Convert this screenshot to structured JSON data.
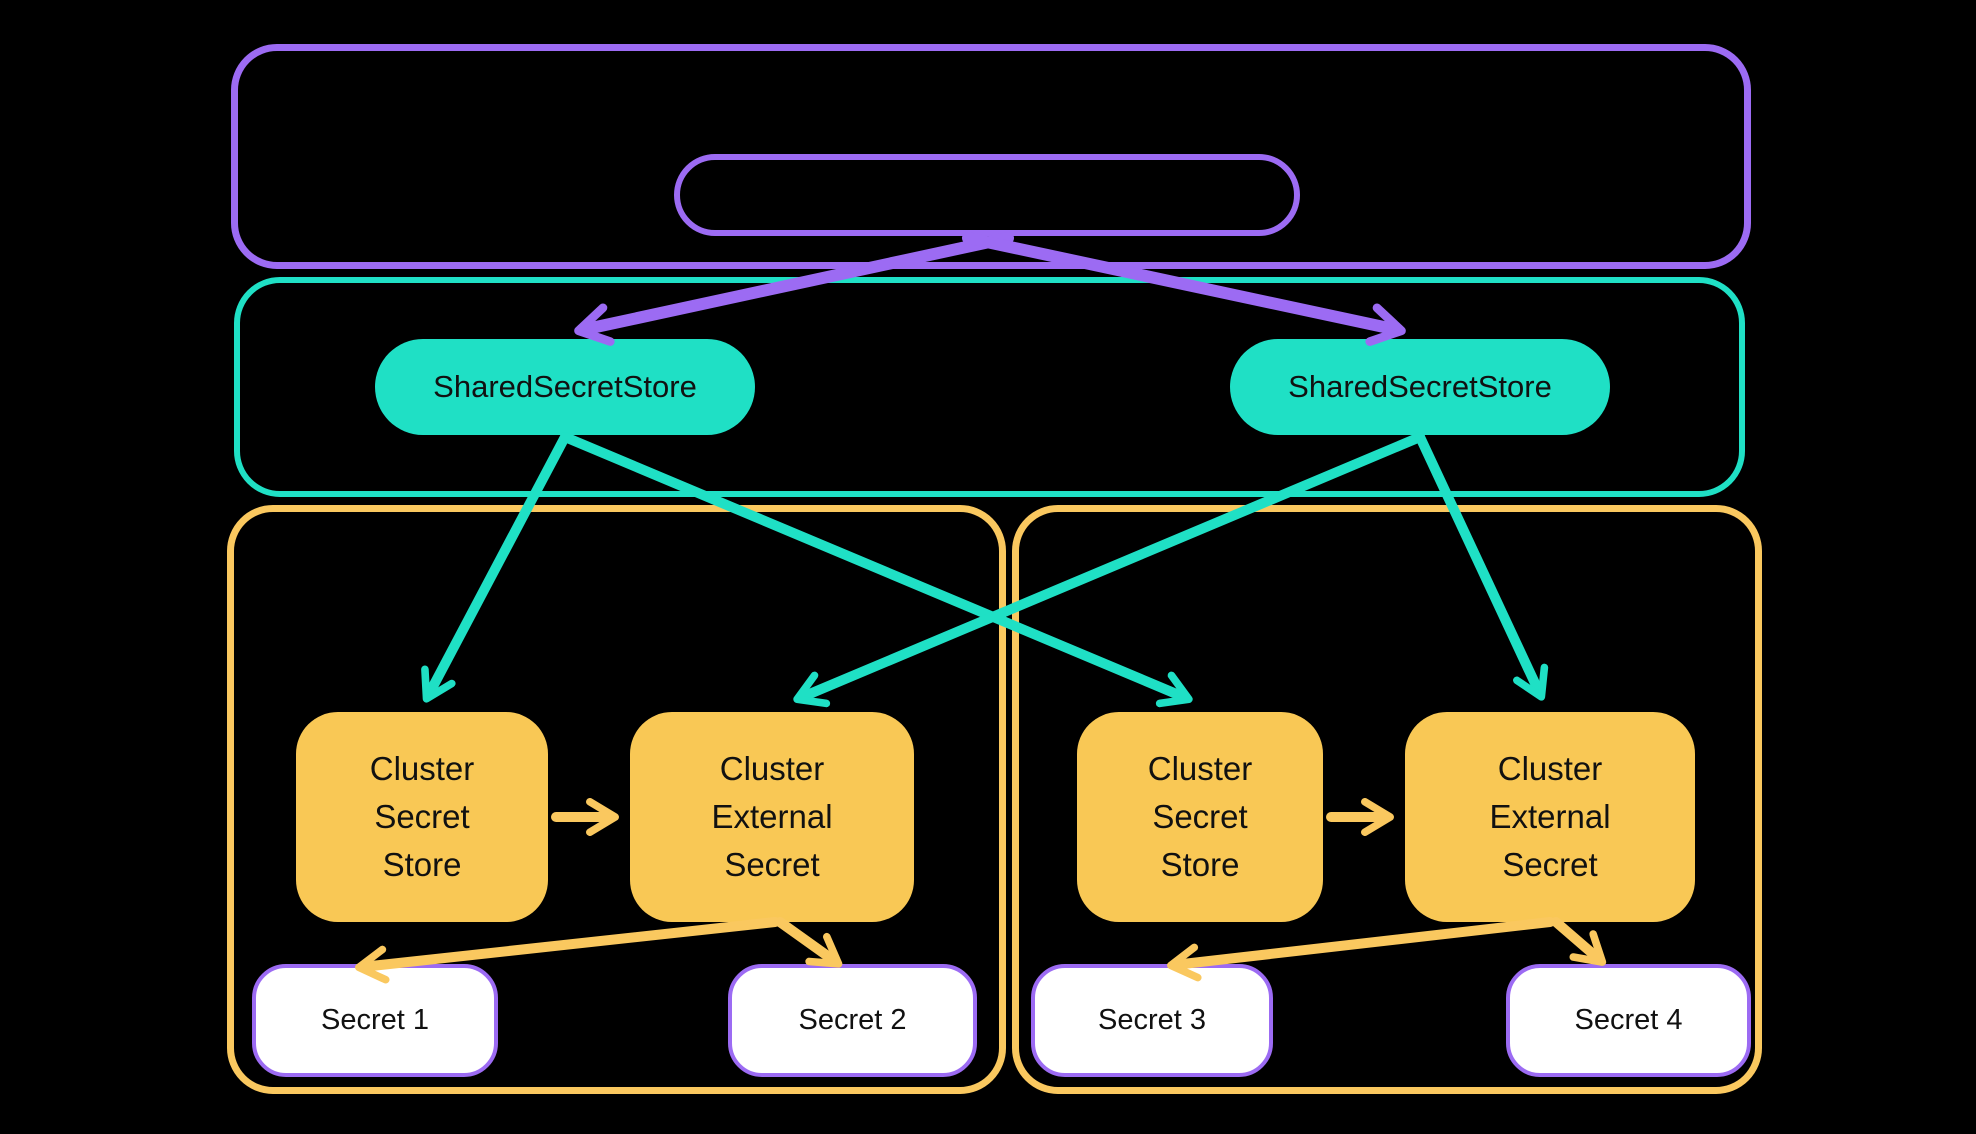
{
  "nodes": {
    "shared_left": "SharedSecretStore",
    "shared_right": "SharedSecretStore",
    "cluster_a": {
      "secret_store": [
        "Cluster",
        "Secret",
        "Store"
      ],
      "external_secret": [
        "Cluster",
        "External",
        "Secret"
      ],
      "secrets": [
        "Secret 1",
        "Secret 2"
      ]
    },
    "cluster_b": {
      "secret_store": [
        "Cluster",
        "Secret",
        "Store"
      ],
      "external_secret": [
        "Cluster",
        "External",
        "Secret"
      ],
      "secrets": [
        "Secret 3",
        "Secret 4"
      ]
    }
  },
  "colors": {
    "purple": "#9C6BF3",
    "teal": "#1FE0C5",
    "yellow": "#FAC85F",
    "node_yellow": "#F9C855",
    "secret_fill": "#FFFFFF",
    "text": "#111111",
    "background": "#000000"
  }
}
